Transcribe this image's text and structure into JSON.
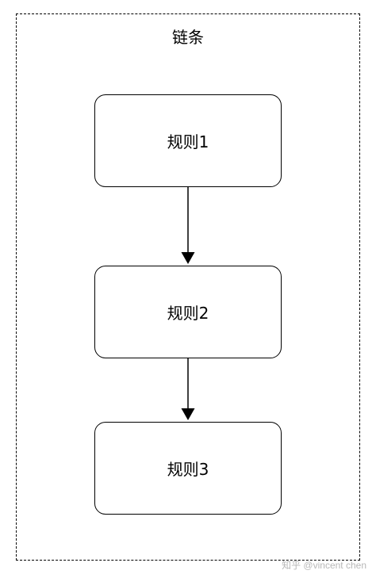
{
  "diagram": {
    "container_label": "链条",
    "rules": [
      {
        "label": "规则1"
      },
      {
        "label": "规则2"
      },
      {
        "label": "规则3"
      }
    ],
    "line_color": "#000000"
  },
  "watermark": "知乎 @vincent chen"
}
